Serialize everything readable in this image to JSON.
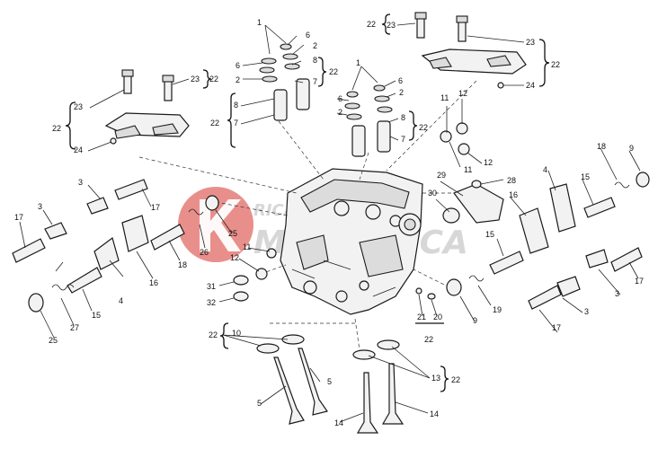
{
  "watermark": {
    "lines": [
      "RICAMBI",
      "MECCANICA"
    ],
    "logo_letter": "K",
    "logo_color": "#e06a66"
  },
  "callouts": {
    "n1": "1",
    "n2": "2",
    "n3": "3",
    "n4": "4",
    "n5": "5",
    "n6": "6",
    "n7": "7",
    "n8": "8",
    "n9": "9",
    "n10": "10",
    "n11": "11",
    "n12": "12",
    "n13": "13",
    "n14": "14",
    "n15": "15",
    "n16": "16",
    "n17": "17",
    "n18": "18",
    "n19": "19",
    "n20": "20",
    "n21": "21",
    "n22": "22",
    "n23": "23",
    "n24": "24",
    "n25": "25",
    "n26": "26",
    "n27": "27",
    "n28": "28",
    "n29": "29",
    "n30": "30",
    "n31": "31",
    "n32": "32"
  },
  "colors": {
    "line": "#1a1a1a",
    "part_fill": "#f2f2f2",
    "background": "#ffffff"
  }
}
